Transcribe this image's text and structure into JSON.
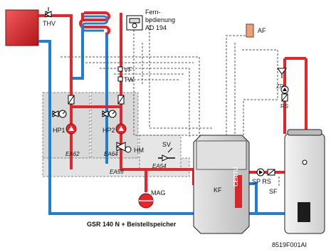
{
  "labels": {
    "thv": "THV",
    "fernbedienung_1": "Fern-",
    "fernbedienung_2": "bedienung",
    "fernbedienung_3": "AD 194",
    "af": "AF",
    "vf": "VF",
    "tw": "TW",
    "zp": "ZP",
    "rs_top": "RS",
    "hp1": "HP1",
    "hp2": "HP2",
    "hm": "HM",
    "sv": "SV",
    "ea62": "EA62",
    "ea64": "EA64",
    "ea59": "EA59",
    "ea54": "EA54",
    "kf": "KF",
    "sp_rs": "SP RS",
    "sf": "SF",
    "mag": "MAG",
    "boiler_brand": "CERTU",
    "caption": "GSR 140 N + Beistellspeicher",
    "code": "8519F001AI"
  },
  "colors": {
    "hot": "#e8232a",
    "cold": "#1f7fd1",
    "pipe_dashed": "#555555",
    "module_fill": "#d9d9d9",
    "boiler_fill": "#cfcfcf",
    "radiator": "#d9262b"
  }
}
